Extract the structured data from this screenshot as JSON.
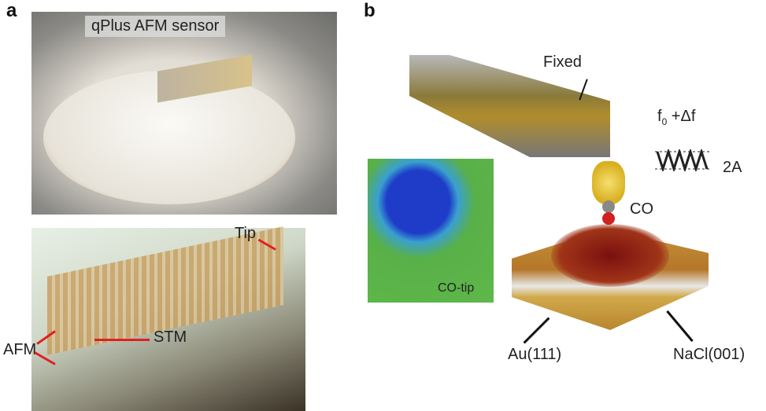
{
  "panel_a": {
    "label": "a",
    "photo_caption": "qPlus AFM sensor",
    "annotations": {
      "tip": "Tip",
      "afm": "AFM",
      "stm": "STM"
    }
  },
  "panel_b": {
    "label": "b",
    "fixed": "Fixed",
    "frequency_base": "f",
    "frequency_sub": "0",
    "frequency_shift": " +Δf",
    "amplitude": "2A",
    "co": "CO",
    "inset_label": "CO-tip",
    "substrate": "Au(111)",
    "film": "NaCl(001)"
  }
}
